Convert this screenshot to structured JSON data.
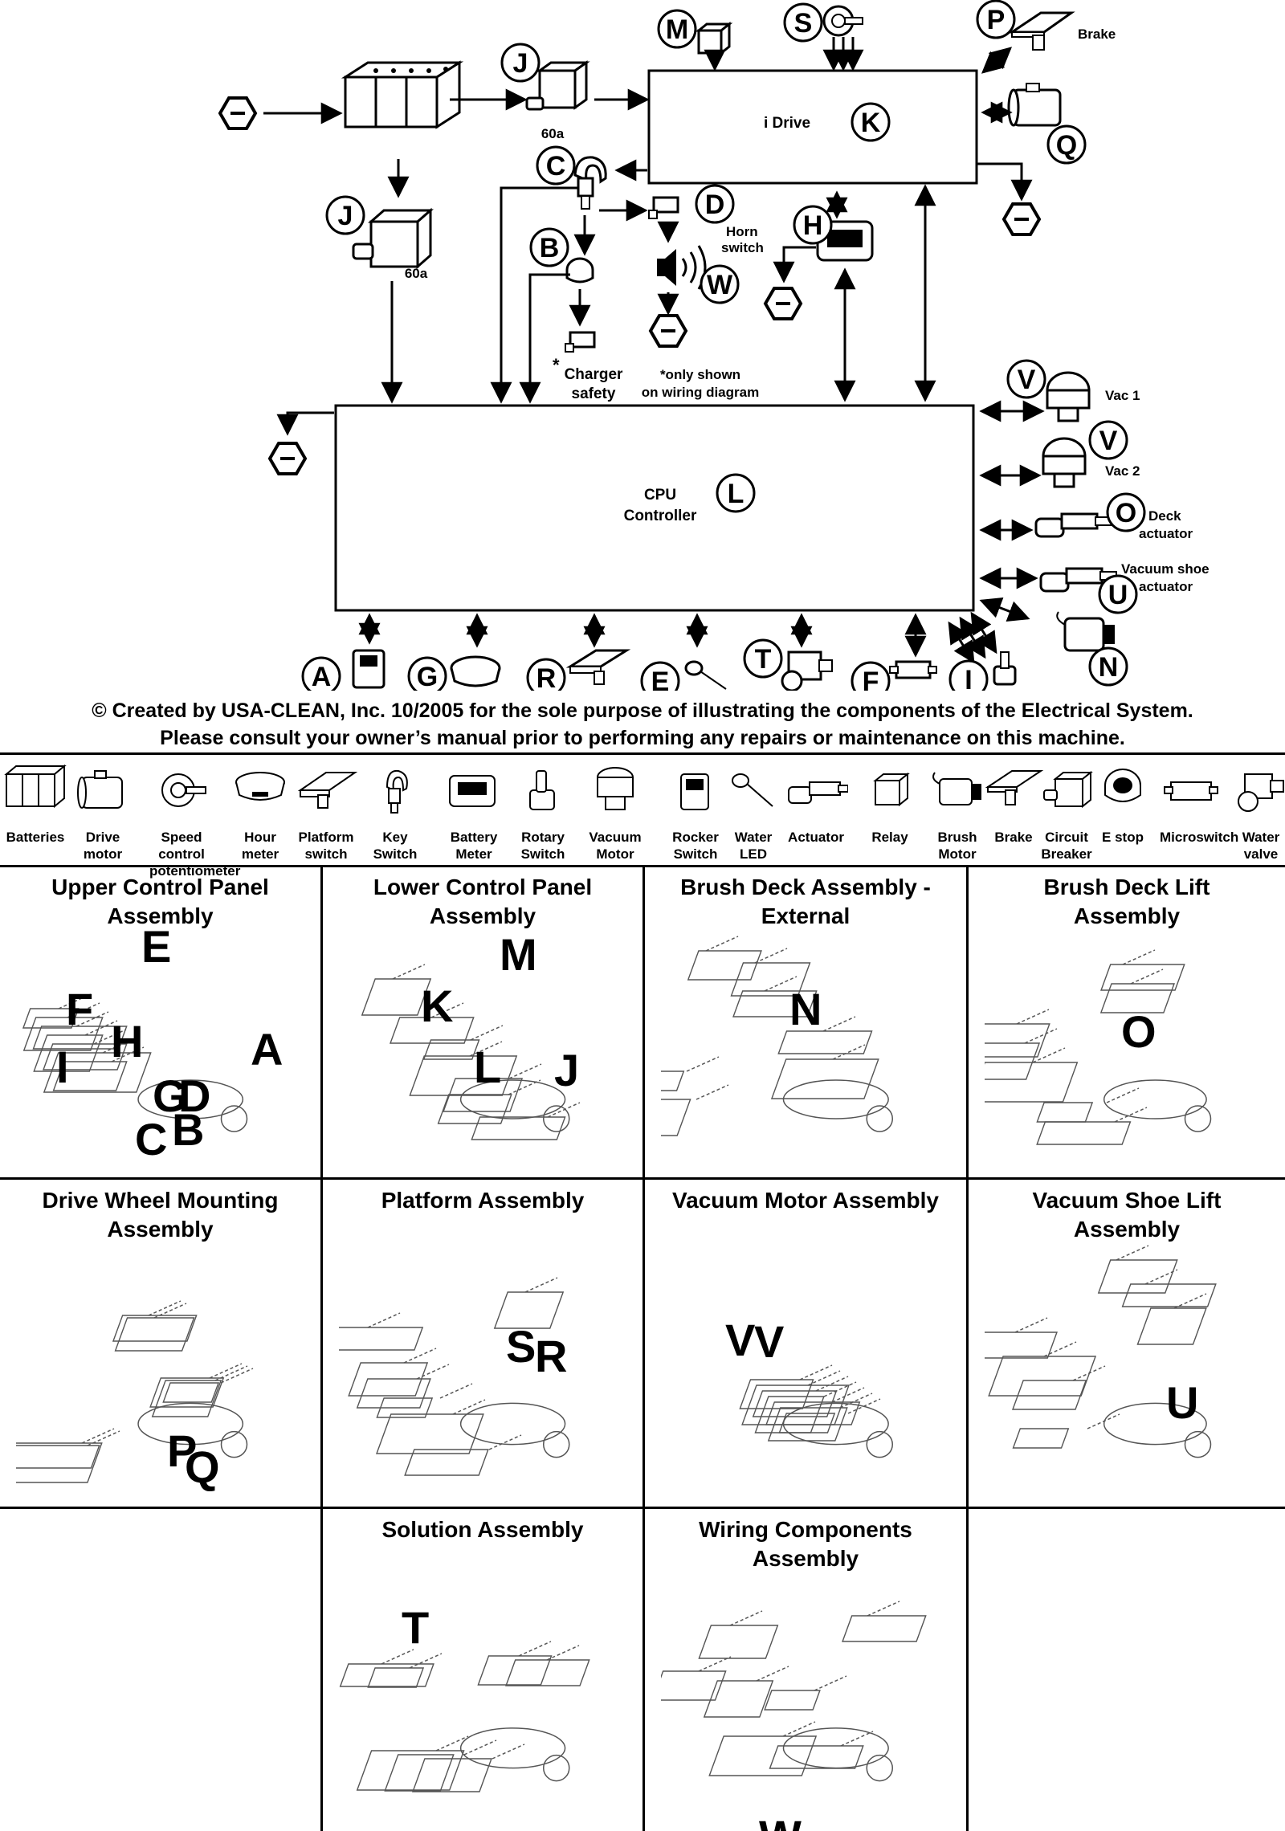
{
  "diagram": {
    "nodes": {
      "i_drive": {
        "label": "i Drive",
        "letter": "K"
      },
      "cpu": {
        "label_line1": "CPU",
        "label_line2": "Controller",
        "letter": "L"
      }
    },
    "letters": {
      "J1": "J",
      "J2": "J",
      "M": "M",
      "S": "S",
      "P": "P",
      "Q": "Q",
      "C": "C",
      "D": "D",
      "H": "H",
      "B": "B",
      "W": "W",
      "V1": "V",
      "V2": "V",
      "O": "O",
      "U": "U",
      "N": "N",
      "A": "A",
      "G": "G",
      "R": "R",
      "E": "E",
      "T": "T",
      "F": "F",
      "I": "I"
    },
    "texts": {
      "breaker1": "60a",
      "breaker2": "60a",
      "brake": "Brake",
      "horn1": "Horn",
      "horn2": "switch",
      "charger1": "Charger",
      "charger2": "safety",
      "asterisk": "*",
      "only1": "*only shown",
      "only2": "on wiring diagram",
      "vac1": "Vac 1",
      "vac2": "Vac 2",
      "deck1": "Deck",
      "deck2": "actuator",
      "shoe1": "Vacuum shoe",
      "shoe2": "actuator"
    }
  },
  "copyright": {
    "line1": "© Created by USA-CLEAN, Inc. 10/2005 for the sole purpose of illustrating the components of the Electrical System.",
    "line2": "Please consult your owner’s manual prior to performing any repairs or maintenance on this machine."
  },
  "legend": [
    {
      "l1": "Batteries",
      "l2": "",
      "icon": "battery-pack-icon"
    },
    {
      "l1": "Drive",
      "l2": "motor",
      "icon": "drive-motor-icon"
    },
    {
      "l1": "Speed control",
      "l2": "potentiometer",
      "icon": "potentiometer-icon"
    },
    {
      "l1": "Hour",
      "l2": "meter",
      "icon": "hour-meter-icon"
    },
    {
      "l1": "Platform",
      "l2": "switch",
      "icon": "platform-switch-icon"
    },
    {
      "l1": "Key",
      "l2": "Switch",
      "icon": "key-switch-icon"
    },
    {
      "l1": "Battery",
      "l2": "Meter",
      "icon": "battery-meter-icon"
    },
    {
      "l1": "Rotary",
      "l2": "Switch",
      "icon": "rotary-switch-icon"
    },
    {
      "l1": "Vacuum",
      "l2": "Motor",
      "icon": "vacuum-motor-icon"
    },
    {
      "l1": "Rocker",
      "l2": "Switch",
      "icon": "rocker-switch-icon"
    },
    {
      "l1": "Water",
      "l2": "LED",
      "icon": "water-led-icon"
    },
    {
      "l1": "Actuator",
      "l2": "",
      "icon": "actuator-icon"
    },
    {
      "l1": "Relay",
      "l2": "",
      "icon": "relay-icon"
    },
    {
      "l1": "Brush",
      "l2": "Motor",
      "icon": "brush-motor-icon"
    },
    {
      "l1": "Brake",
      "l2": "",
      "icon": "brake-icon"
    },
    {
      "l1": "Circuit",
      "l2": "Breaker",
      "icon": "circuit-breaker-icon"
    },
    {
      "l1": "E stop",
      "l2": "",
      "icon": "e-stop-icon"
    },
    {
      "l1": "Microswitch",
      "l2": "",
      "icon": "microswitch-icon"
    },
    {
      "l1": "Water",
      "l2": "valve",
      "icon": "water-valve-icon"
    }
  ],
  "assemblies": [
    {
      "t1": "Upper Control Panel",
      "t2": "Assembly",
      "letters": [
        "E",
        "F",
        "H",
        "I",
        "G",
        "D",
        "B",
        "C",
        "A"
      ]
    },
    {
      "t1": "Lower Control Panel",
      "t2": "Assembly",
      "letters": [
        "M",
        "K",
        "L",
        "J"
      ]
    },
    {
      "t1": "Brush Deck Assembly -",
      "t2": "External",
      "letters": [
        "N"
      ]
    },
    {
      "t1": "Brush Deck Lift",
      "t2": "Assembly",
      "letters": [
        "O"
      ]
    },
    {
      "t1": "Drive Wheel Mounting",
      "t2": "Assembly",
      "letters": [
        "P",
        "Q"
      ]
    },
    {
      "t1": "Platform Assembly",
      "t2": "",
      "letters": [
        "S",
        "R"
      ]
    },
    {
      "t1": "Vacuum Motor Assembly",
      "t2": "",
      "letters": [
        "V",
        "V"
      ]
    },
    {
      "t1": "Vacuum Shoe Lift",
      "t2": "Assembly",
      "letters": [
        "U"
      ]
    },
    {
      "t1": "",
      "t2": "",
      "letters": []
    },
    {
      "t1": "Solution Assembly",
      "t2": "",
      "letters": [
        "T"
      ]
    },
    {
      "t1": "Wiring Components",
      "t2": "Assembly",
      "letters": [
        "W"
      ]
    },
    {
      "t1": "",
      "t2": "",
      "letters": []
    }
  ]
}
